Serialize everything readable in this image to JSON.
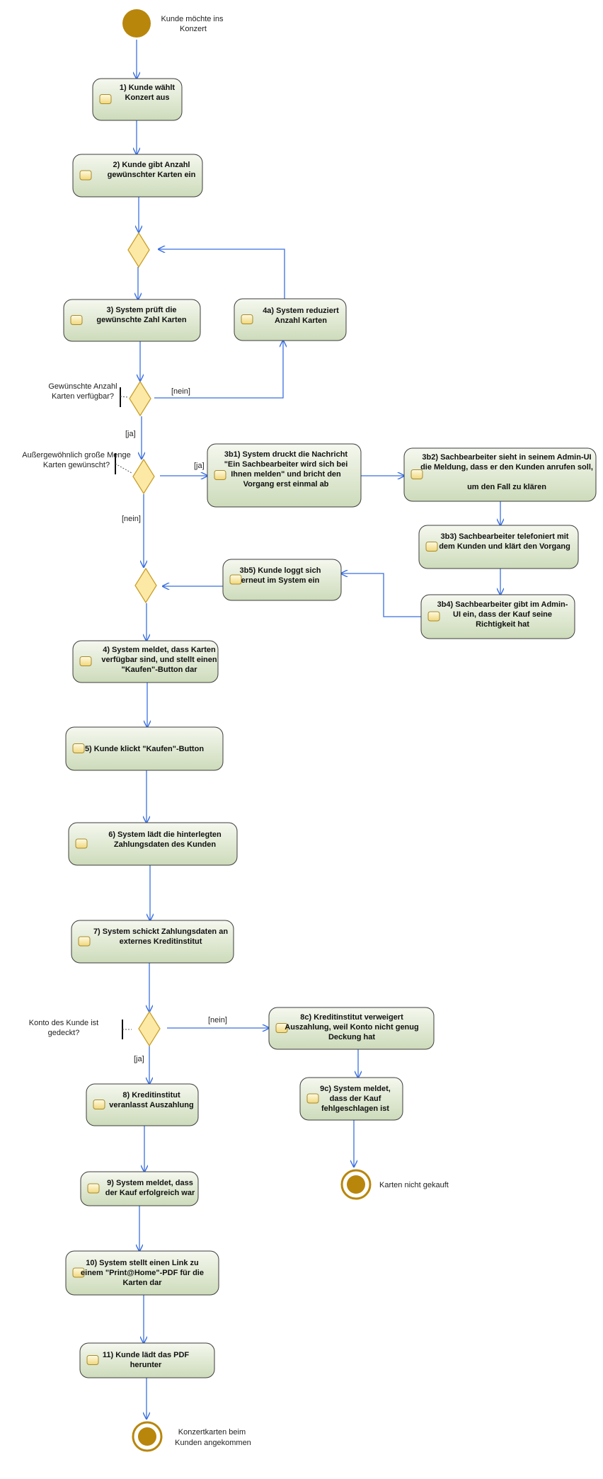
{
  "start": {
    "label": [
      "Kunde möchte ins",
      "Konzert"
    ]
  },
  "activities": {
    "a1": [
      "1) Kunde wählt",
      "Konzert aus"
    ],
    "a2": [
      "2) Kunde gibt Anzahl",
      "gewünschter Karten ein"
    ],
    "a3": [
      "3) System prüft die",
      "gewünschte Zahl Karten"
    ],
    "a4a": [
      "4a) System reduziert",
      "Anzahl Karten"
    ],
    "a3b1": [
      "3b1) System druckt die Nachricht",
      "\"Ein Sachbearbeiter wird sich bei",
      "Ihnen melden\" und bricht den",
      "Vorgang erst einmal ab"
    ],
    "a3b2": [
      "3b2) Sachbearbeiter sieht in seinem Admin-UI",
      "die Meldung, dass er den Kunden anrufen soll,",
      "",
      "um den Fall zu klären"
    ],
    "a3b3": [
      "3b3) Sachbearbeiter telefoniert mit",
      "dem Kunden und klärt den Vorgang"
    ],
    "a3b4": [
      "3b4) Sachbearbeiter gibt im Admin-",
      "UI ein, dass der Kauf seine",
      "Richtigkeit hat"
    ],
    "a3b5": [
      "3b5) Kunde loggt sich",
      "erneut im System ein"
    ],
    "a4": [
      "4) System meldet, dass Karten",
      "verfügbar sind, und stellt einen",
      "\"Kaufen\"-Button dar"
    ],
    "a5": [
      "5) Kunde klickt \"Kaufen\"-Button"
    ],
    "a6": [
      "6) System lädt die hinterlegten",
      "Zahlungsdaten des Kunden"
    ],
    "a7": [
      "7) System schickt Zahlungsdaten an",
      "externes Kreditinstitut"
    ],
    "a8c": [
      "8c) Kreditinstitut verweigert",
      "Auszahlung, weil Konto nicht genug",
      "Deckung hat"
    ],
    "a9c": [
      "9c) System meldet,",
      "dass der Kauf",
      "fehlgeschlagen ist"
    ],
    "a8": [
      "8) Kreditinstitut",
      "veranlasst Auszahlung"
    ],
    "a9": [
      "9) System meldet, dass",
      "der Kauf erfolgreich war"
    ],
    "a10": [
      "10) System stellt einen Link zu",
      "einem \"Print@Home\"-PDF für die",
      "Karten dar"
    ],
    "a11": [
      "11) Kunde lädt das PDF",
      "herunter"
    ]
  },
  "decisions": {
    "d2": [
      "Gewünschte Anzahl",
      "Karten verfügbar?"
    ],
    "d3": [
      "Außergewöhnlich große Menge",
      "Karten gewünscht?"
    ],
    "d6": [
      "Konto des Kunde ist",
      "gedeckt?"
    ]
  },
  "guards": {
    "nein1": "[nein]",
    "ja1": "[ja]",
    "ja2": "[ja]",
    "nein2": "[nein]",
    "nein3": "[nein]",
    "ja3": "[ja]"
  },
  "finals": {
    "f1": [
      "Karten nicht gekauft"
    ],
    "f2": [
      "Konzertkarten beim",
      "Kunden angekommen"
    ]
  },
  "colors": {
    "edge": "#3a6fe0",
    "activity_fill_top": "#f4f7ee",
    "activity_fill_bottom": "#cfdbbd",
    "node_brown": "#b8860b",
    "decision_fill": "#fde9a6",
    "decision_stroke": "#c9a02a"
  }
}
